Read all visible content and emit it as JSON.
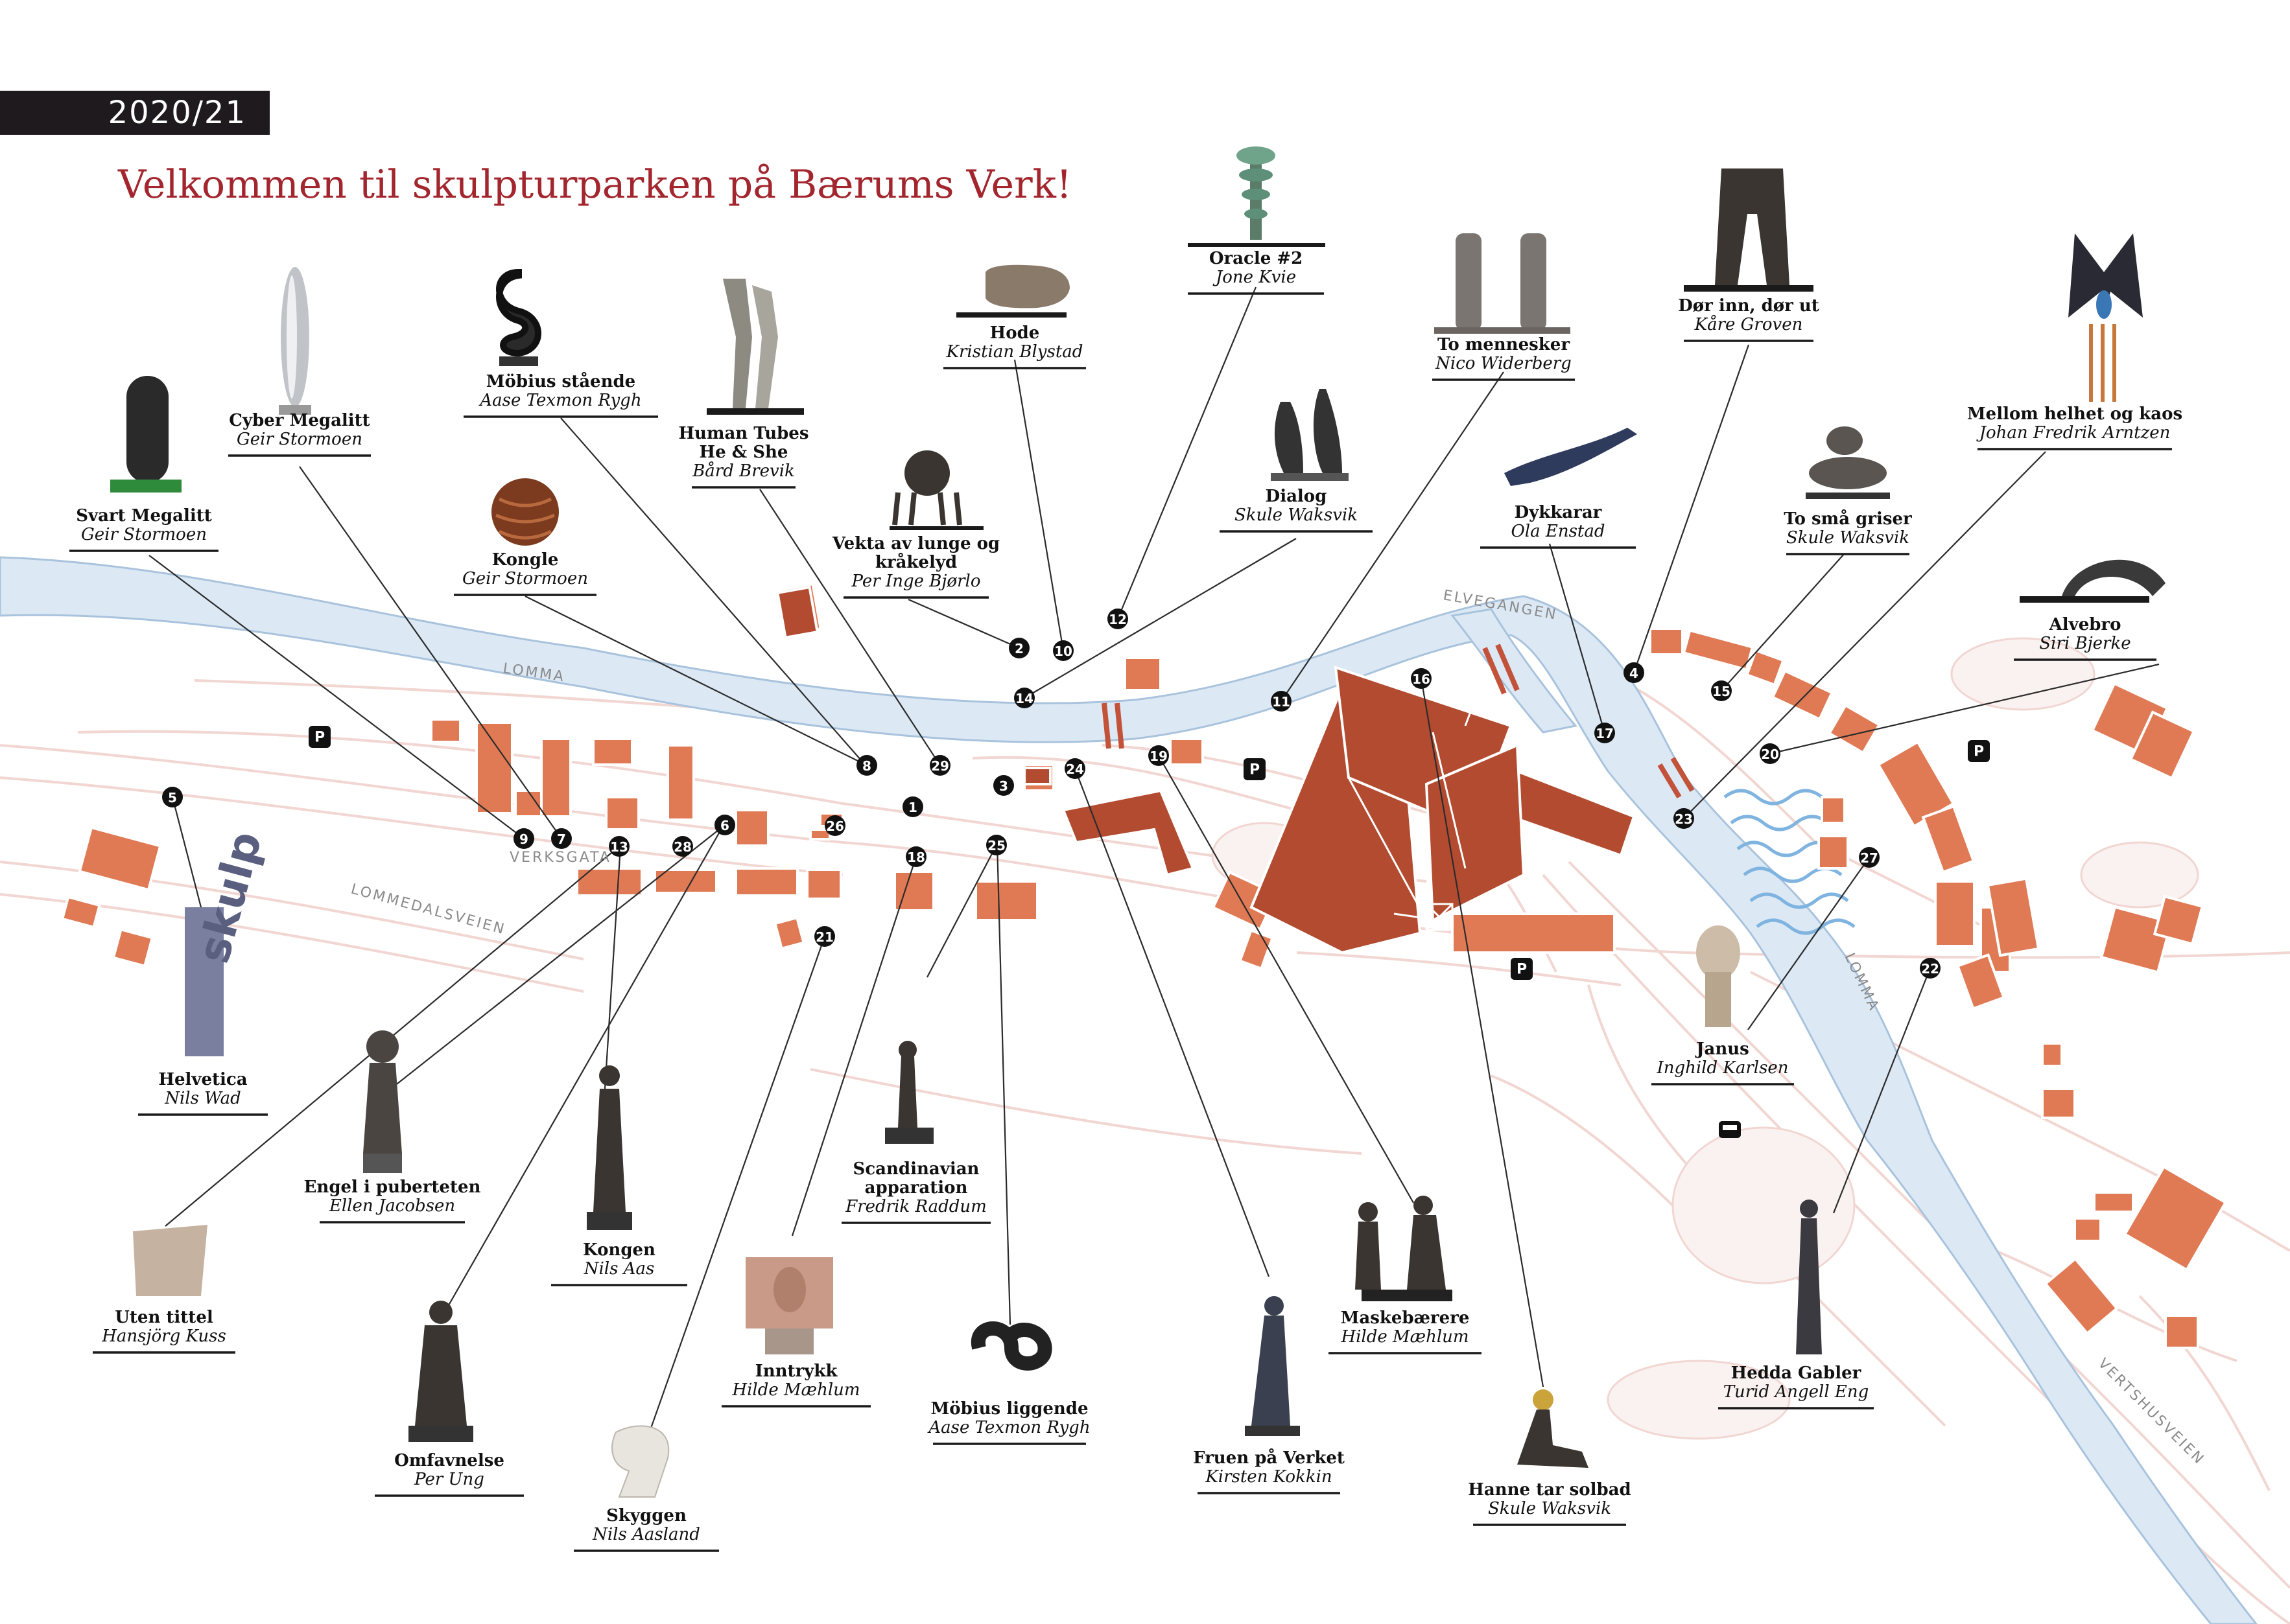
{
  "year": "2020/21",
  "title": "Velkommen til skulpturparken på Bærums Verk!",
  "streets": [
    "LOMMA",
    "ELVEGANGEN",
    "VERKSGATA",
    "LOMMEDALSVEIEN",
    "LOMMA",
    "VERTSHUSVEIEN"
  ],
  "sculptures": [
    {
      "name": "Oracle #2",
      "artist": "Jone Kvie"
    },
    {
      "name": "Hode",
      "artist": "Kristian Blystad"
    },
    {
      "name": "To mennesker",
      "artist": "Nico Widerberg"
    },
    {
      "name": "Dør inn, dør ut",
      "artist": "Kåre Groven"
    },
    {
      "name": "Möbius stående",
      "artist": "Aase Texmon Rygh"
    },
    {
      "name": "Cyber Megalitt",
      "artist": "Geir Stormoen"
    },
    {
      "name": "Human Tubes\nHe & She",
      "artist": "Bård Brevik"
    },
    {
      "name": "Mellom helhet og kaos",
      "artist": "Johan Fredrik Arntzen"
    },
    {
      "name": "Dialog",
      "artist": "Skule Waksvik"
    },
    {
      "name": "Dykkarar",
      "artist": "Ola Enstad"
    },
    {
      "name": "To små griser",
      "artist": "Skule Waksvik"
    },
    {
      "name": "Svart Megalitt",
      "artist": "Geir Stormoen"
    },
    {
      "name": "Vekta av lunge og\nkråkelyd",
      "artist": "Per Inge Bjørlo"
    },
    {
      "name": "Kongle",
      "artist": "Geir Stormoen"
    },
    {
      "name": "Alvebro",
      "artist": "Siri Bjerke"
    },
    {
      "name": "Janus",
      "artist": "Inghild Karlsen"
    },
    {
      "name": "Helvetica",
      "artist": "Nils Wad"
    },
    {
      "name": "Engel i puberteten",
      "artist": "Ellen Jacobsen"
    },
    {
      "name": "Scandinavian\napparation",
      "artist": "Fredrik Raddum"
    },
    {
      "name": "Kongen",
      "artist": "Nils Aas"
    },
    {
      "name": "Maskebærere",
      "artist": "Hilde Mæhlum"
    },
    {
      "name": "Uten tittel",
      "artist": "Hansjörg Kuss"
    },
    {
      "name": "Hedda Gabler",
      "artist": "Turid Angell Eng"
    },
    {
      "name": "Inntrykk",
      "artist": "Hilde Mæhlum"
    },
    {
      "name": "Möbius liggende",
      "artist": "Aase Texmon Rygh"
    },
    {
      "name": "Fruen på Verket",
      "artist": "Kirsten Kokkin"
    },
    {
      "name": "Omfavnelse",
      "artist": "Per Ung"
    },
    {
      "name": "Hanne tar solbad",
      "artist": "Skule Waksvik"
    },
    {
      "name": "Skyggen",
      "artist": "Nils Aasland"
    }
  ],
  "markers": [
    "2",
    "10",
    "12",
    "14",
    "11",
    "16",
    "4",
    "15",
    "17",
    "20",
    "23",
    "27",
    "22",
    "5",
    "9",
    "7",
    "13",
    "28",
    "6",
    "26",
    "21",
    "18",
    "8",
    "1",
    "29",
    "3",
    "24",
    "25",
    "19"
  ],
  "parking": [
    "P",
    "P",
    "P",
    "P"
  ],
  "colors": {
    "river": "#dce9f5",
    "river_edge": "#a9c3dd",
    "building_light": "#e07a55",
    "building_dark": "#b24b30",
    "road": "#f4dcd8",
    "marker": "#111111",
    "title": "#a3262e"
  }
}
